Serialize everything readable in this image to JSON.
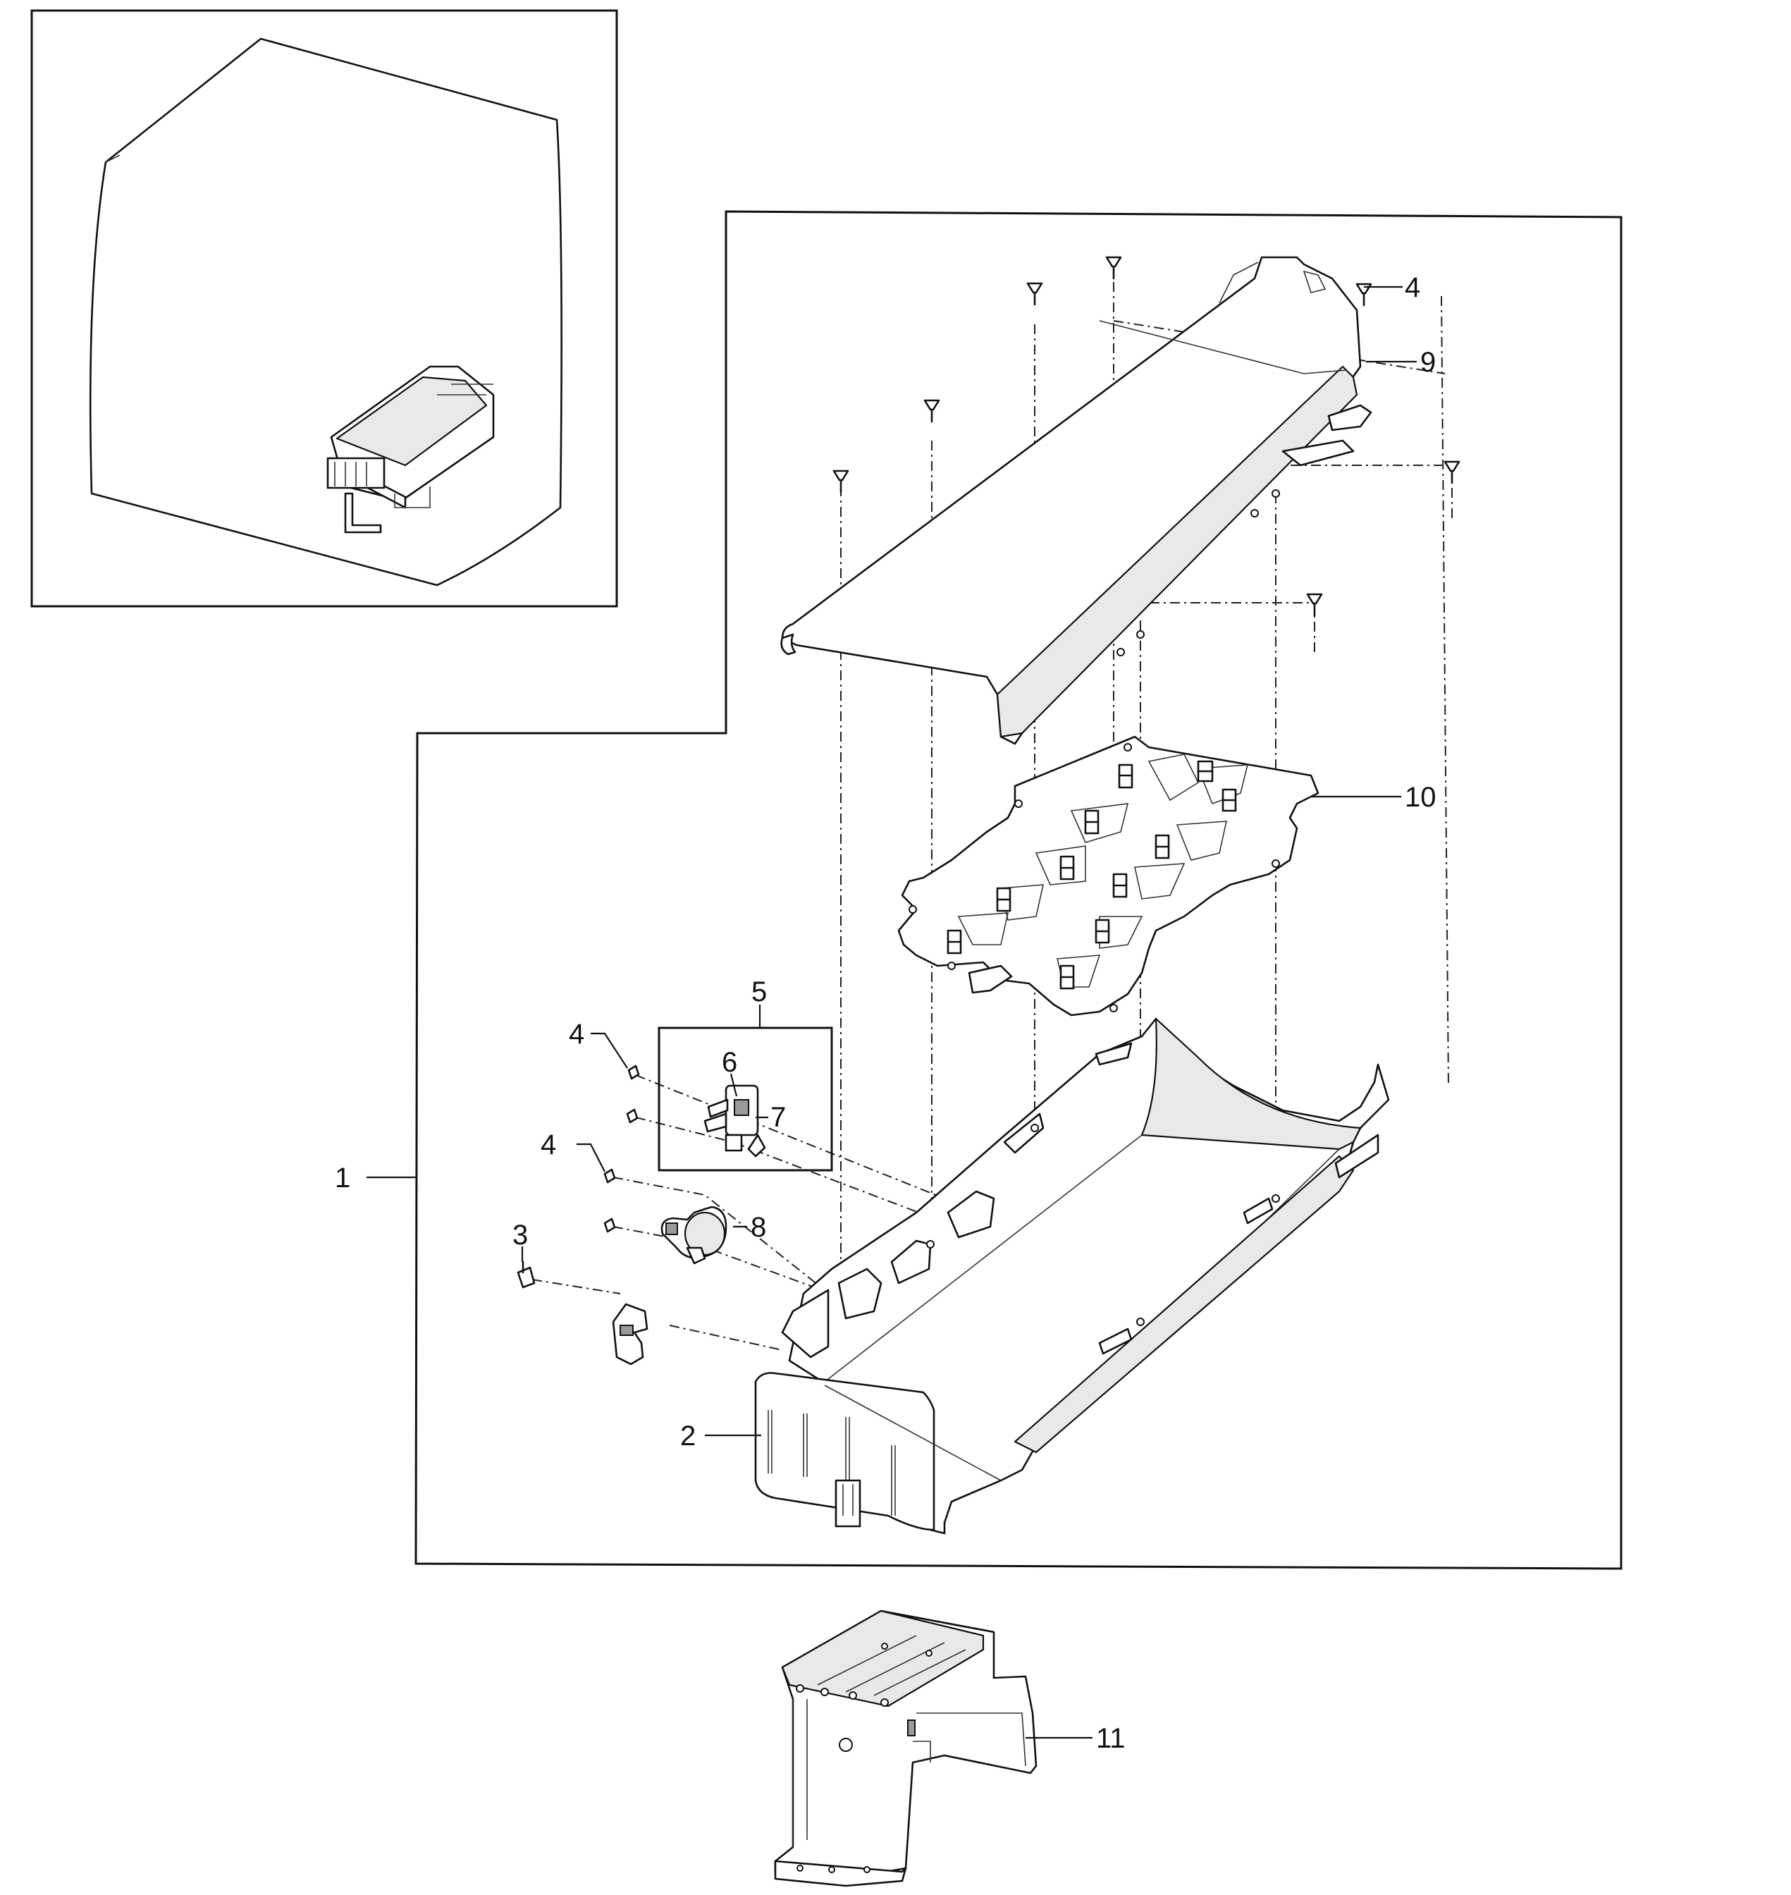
{
  "callouts": {
    "c1": "1",
    "c2": "2",
    "c3": "3",
    "c4a": "4",
    "c4b": "4",
    "c4c": "4",
    "c5": "5",
    "c6": "6",
    "c7": "7",
    "c8": "8",
    "c9": "9",
    "c10": "10",
    "c11": "11"
  }
}
